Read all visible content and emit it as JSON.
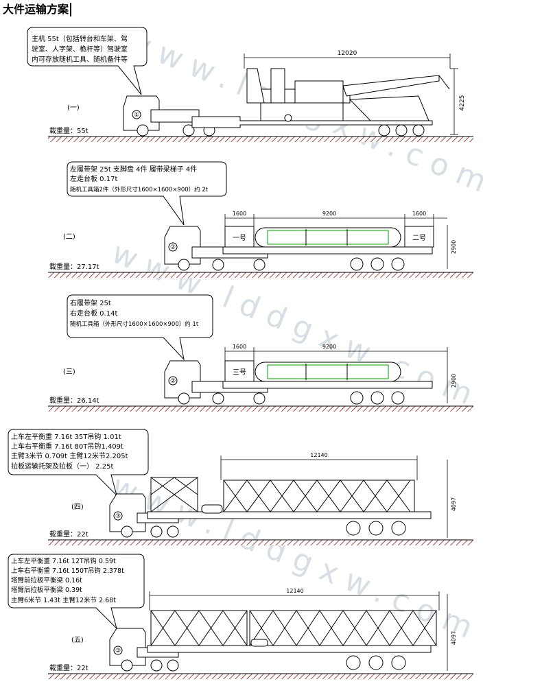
{
  "title": "大件运输方案",
  "watermark": "www.lddgxw.com",
  "colors": {
    "line": "#000000",
    "ground": "#8b1a1a",
    "crawler": "#00a000"
  },
  "scenes": [
    {
      "index": "(一)",
      "weight": "载重量：55t",
      "notes": [
        "主机  55t（包括转台和车架、驾",
        "驶室、人字架、桅杆等）驾驶室",
        "内可存放随机工具、随机备件等"
      ],
      "cab_no": "①",
      "dims": {
        "length": "12020",
        "height": "4225"
      }
    },
    {
      "index": "(二)",
      "weight": "载重量：27.17t",
      "notes": [
        "左履带架  25t  支脚盘  4件  履带梁梯子  4件",
        "左走台板  0.17t",
        "随机工具箱2件（外形尺寸1600×1600×900）约  2t"
      ],
      "cab_no": "②",
      "dims": {
        "left": "1600",
        "mid": "9200",
        "right": "1600",
        "height": "2900"
      },
      "box_left": "一号",
      "box_right": "二号"
    },
    {
      "index": "(三)",
      "weight": "载重量：26.14t",
      "notes": [
        "右履带架  25t",
        "右走台板  0.14t",
        "随机工具箱（外形尺寸1600×1600×900）约  1t"
      ],
      "cab_no": "②",
      "dims": {
        "left": "1600",
        "mid": "9200",
        "height": "2900"
      },
      "box_left": "三号"
    },
    {
      "index": "(四)",
      "weight": "载重量：22t",
      "notes": [
        "上车左平衡重 7.16t    35T吊钩  1.01t",
        "上车右平衡重 7.16t    80T吊钩1.409t",
        "主臂3米节 0.709t    主臂12米节2.205t",
        "拉板运输托架及拉板（一）  2.25t"
      ],
      "cab_no": "③",
      "dims": {
        "length": "12140",
        "height": "4097"
      }
    },
    {
      "index": "(五)",
      "weight": "载重量：22t",
      "notes": [
        "上车左平衡重  7.16t   12T吊钩  0.59t",
        "上车右平衡重  7.16t   150T吊钩 2.378t",
        "塔臂前拉板平衡梁  0.16t",
        "塔臂后拉板平衡梁  0.39t",
        "主臂6米节  1.43t    主臂12米节  2.68t"
      ],
      "cab_no": "③",
      "dims": {
        "length": "12140",
        "height": "4097"
      }
    }
  ]
}
